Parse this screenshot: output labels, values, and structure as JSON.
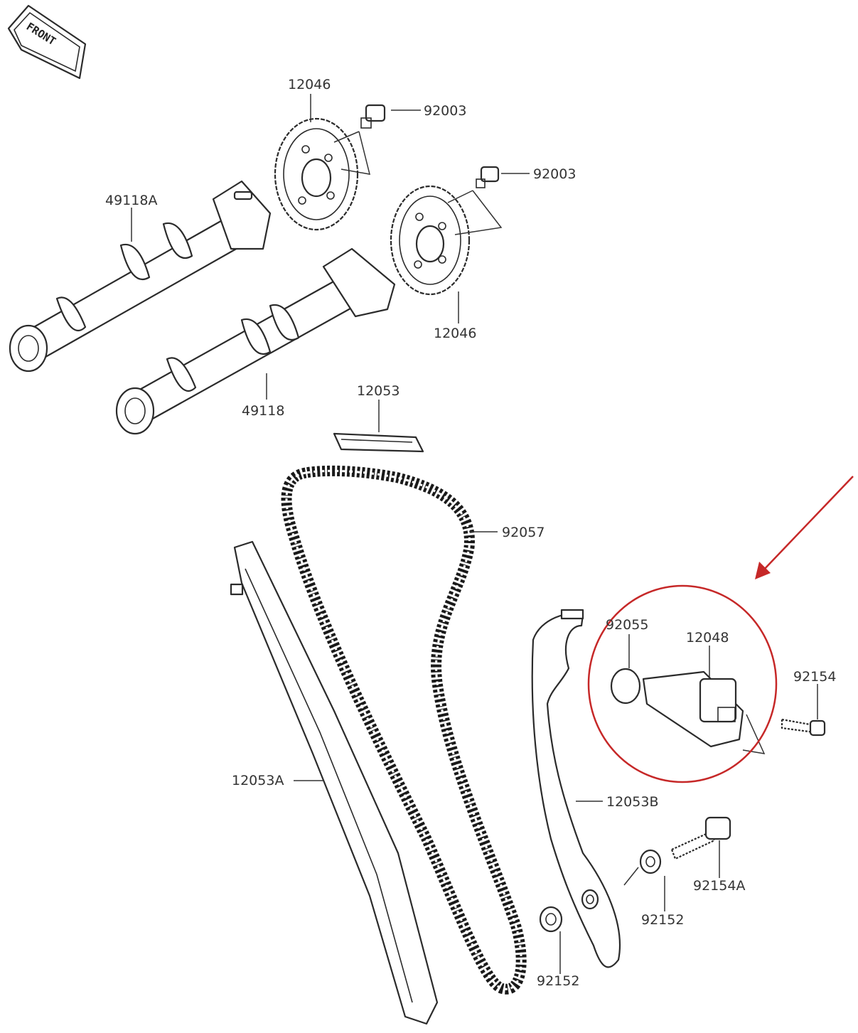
{
  "front_badge": {
    "text": "FRONT"
  },
  "callouts": {
    "sprocket_upper": "12046",
    "sprocket_lower": "12046",
    "bolt_upper": "92003",
    "bolt_lower": "92003",
    "camshaft_exhaust": "49118A",
    "camshaft_intake": "49118",
    "guide_top": "12053",
    "chain": "92057",
    "guide_left": "12053A",
    "guide_right": "12053B",
    "oring": "92055",
    "tensioner": "12048",
    "tensioner_bolt": "92154",
    "pivot_bolt": "92154A",
    "collar_right": "92152",
    "collar_left": "92152"
  },
  "colors": {
    "highlight": "#c62828",
    "line": "#2b2b2b",
    "label": "#333333"
  }
}
